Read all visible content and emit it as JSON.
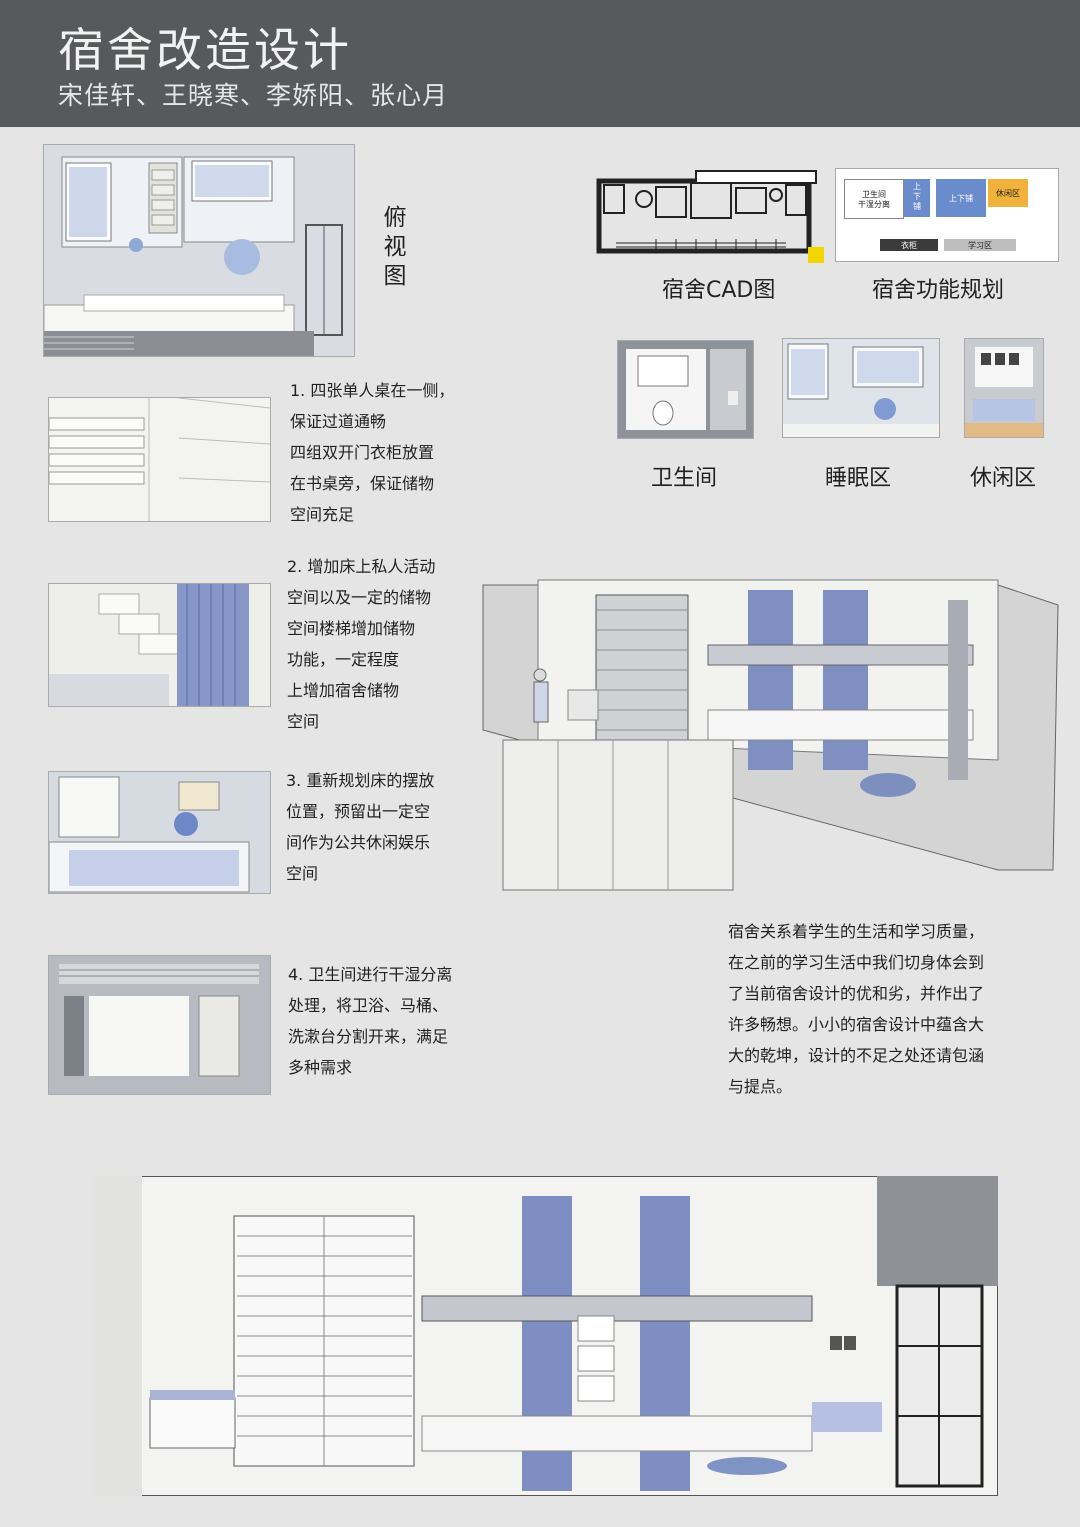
{
  "header": {
    "title": "宿舍改造设计",
    "authors": "宋佳轩、王晓寒、李娇阳、张心月"
  },
  "top_view": {
    "label_lines": [
      "俯",
      "视",
      "图"
    ]
  },
  "cad": {
    "label": "宿舍CAD图"
  },
  "function_plan": {
    "label": "宿舍功能规划",
    "zones": [
      "卫生间\n干湿分离",
      "上\n下\n铺",
      "上下铺",
      "休闲区"
    ],
    "bottom_zones": [
      "衣柜",
      "学习区"
    ],
    "colors": {
      "wet": "#ffffff",
      "bunk": "#6a8ccc",
      "leisure": "#f0b23a",
      "dark": "#3b3b3b"
    }
  },
  "zones": [
    {
      "label": "卫生间"
    },
    {
      "label": "睡眠区"
    },
    {
      "label": "休闲区"
    }
  ],
  "notes": [
    {
      "lines": [
        "1. 四张单人桌在一侧，",
        "保证过道通畅",
        "四组双开门衣柜放置",
        "在书桌旁，保证储物",
        "空间充足"
      ]
    },
    {
      "lines": [
        "2. 增加床上私人活动",
        "空间以及一定的储物",
        "空间楼梯增加储物",
        "功能，一定程度",
        "上增加宿舍储物",
        "空间"
      ]
    },
    {
      "lines": [
        "3. 重新规划床的摆放",
        "位置，预留出一定空",
        "间作为公共休闲娱乐",
        "空间"
      ]
    },
    {
      "lines": [
        "4. 卫生间进行干湿分离",
        "处理，将卫浴、马桶、",
        "洗漱台分割开来，满足",
        "多种需求"
      ]
    }
  ],
  "summary": {
    "lines": [
      "宿舍关系着学生的生活和学习质量，",
      "在之前的学习生活中我们切身体会到",
      "了当前宿舍设计的优和劣，并作出了",
      "许多畅想。小小的宿舍设计中蕴含大",
      "大的乾坤，设计的不足之处还请包涵",
      "与提点。"
    ]
  }
}
